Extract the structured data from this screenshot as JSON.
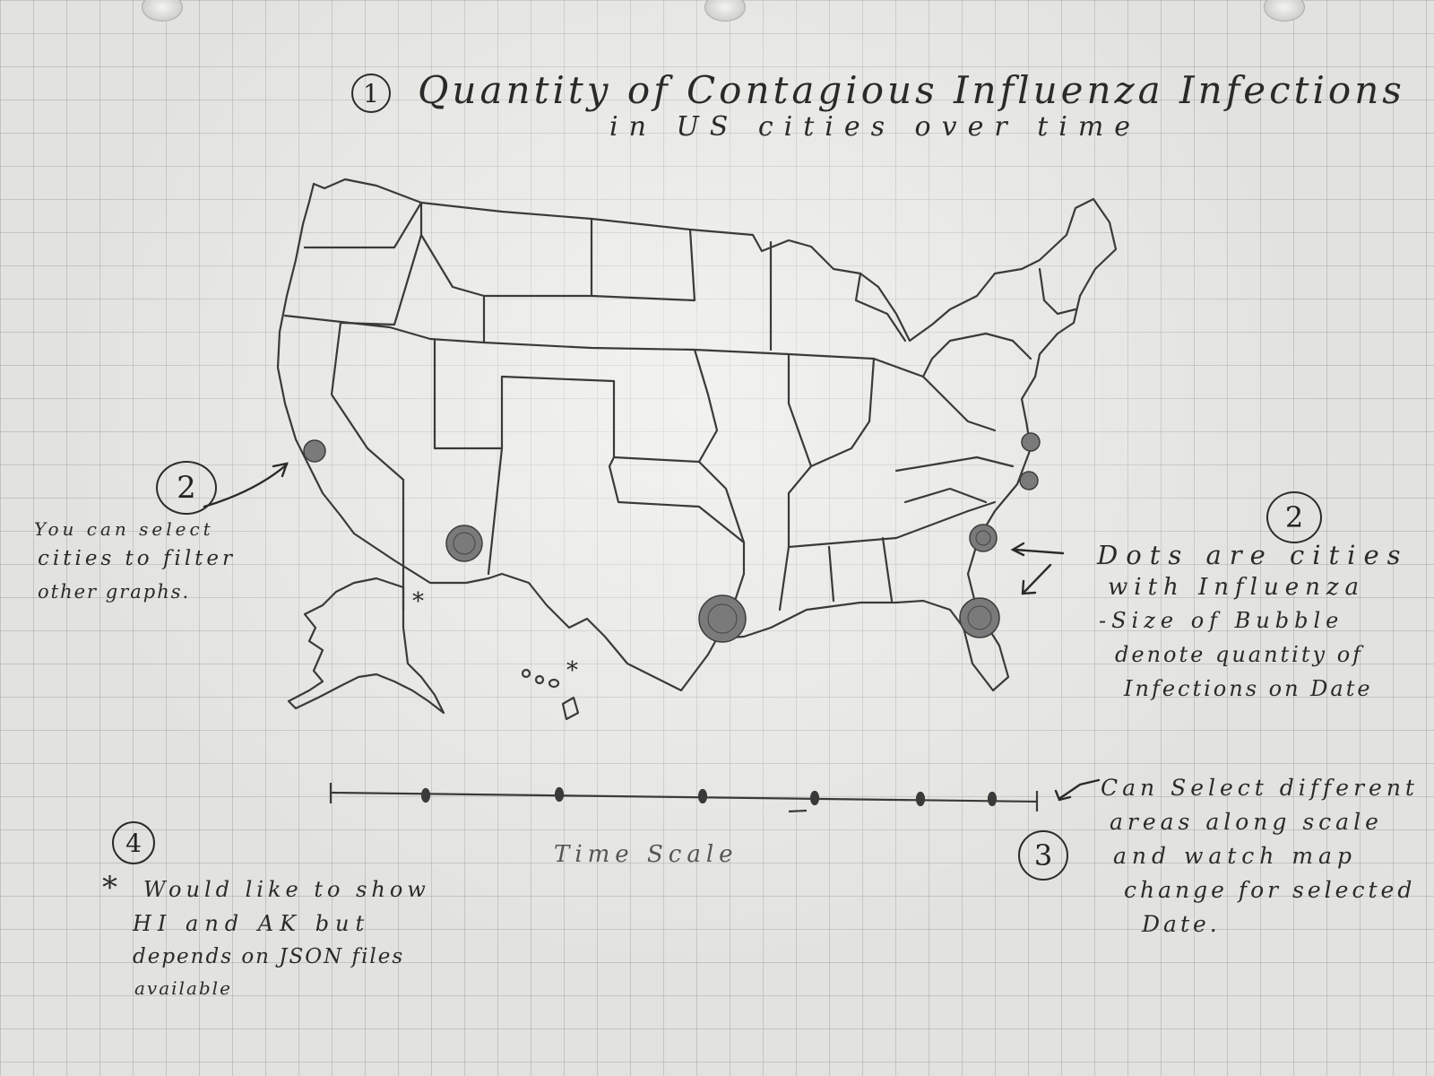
{
  "title": {
    "number": "1",
    "line1": "Quantity of Contagious Influenza Infections",
    "line2": "in US cities over time"
  },
  "left_note": {
    "number": "2",
    "lines": [
      "You can select",
      "cities to filter",
      "other graphs."
    ]
  },
  "right_note": {
    "number": "2",
    "lines": [
      "Dots are cities",
      "with Influenza",
      "-Size of Bubble",
      "denote quantity of",
      "Infections on Date"
    ]
  },
  "timeline": {
    "label": "Time Scale",
    "number": "3",
    "note_lines": [
      "Can Select different",
      "areas along scale",
      "and watch map",
      "change for selected",
      "Date."
    ]
  },
  "bottom_note": {
    "number": "4",
    "star": "*",
    "lines": [
      "Would like to show",
      "HI and AK but",
      "depends on JSON files",
      "available"
    ]
  },
  "map_marks": {
    "alaska_star": "*",
    "hawaii_star": "*"
  },
  "city_bubbles": [
    {
      "city": "San Francisco area",
      "size": 12
    },
    {
      "city": "Phoenix area",
      "size": 20
    },
    {
      "city": "Houston area",
      "size": 26
    },
    {
      "city": "Jacksonville area",
      "size": 22
    },
    {
      "city": "Atlanta area",
      "size": 15
    },
    {
      "city": "Raleigh area",
      "size": 10
    },
    {
      "city": "Norfolk area",
      "size": 10
    }
  ],
  "colors": {
    "pencil": "#2a2a2a",
    "bubble": "#6a6a6a",
    "paper": "#e2e2de"
  }
}
